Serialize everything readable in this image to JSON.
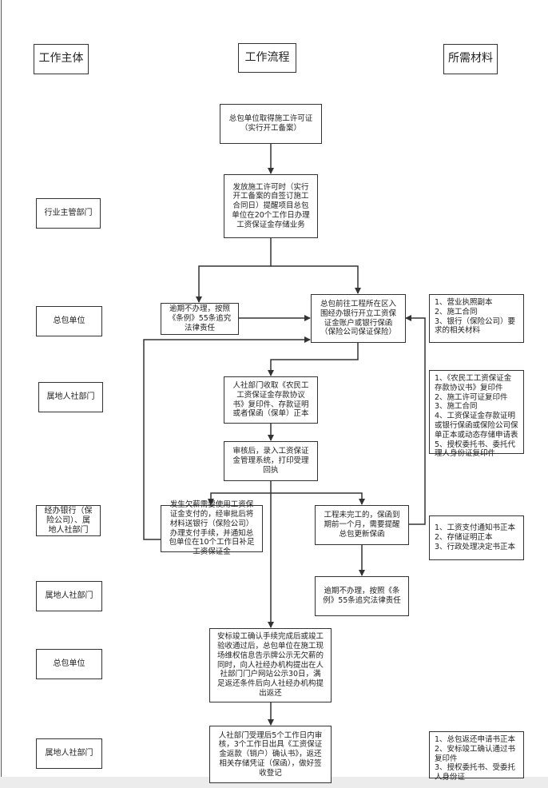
{
  "headers": {
    "subject": "工作主体",
    "process": "工作流程",
    "materials": "所需材料"
  },
  "subjects": [
    "行业主管部门",
    "总包单位",
    "属地人社部门",
    "经办银行（保\n险公司）、属\n地人社部门",
    "属地人社部门",
    "总包单位",
    "属地人社部门"
  ],
  "steps": {
    "s1": "总包单位取得施工许可证\n（实行开工备案）",
    "s2": "发放施工许可时（实行\n开工备案的自签订施工\n合同日）提醒项目总包\n单位在20个工作日办理\n工资保证金存储业务",
    "s3": "逾期不办理，按照\n《条例》55条追究\n法律责任",
    "s4": "总包前往工程所在区入\n围经办银行开立工资保\n证金账户或银行保函\n（保险公司保证保险）",
    "s5": "人社部门收取《农民工\n工资保证金存款协议\n书》复印件、存款证明\n或者保函（保单）正本",
    "s6": "审核后，录入工资保证\n金管理系统，打印受理\n回执",
    "s7": "发生欠薪需要使用工资保\n证金支付的，经审批后将\n材料送银行（保险公司）\n办理支付手续，并通知总\n包单位在10个工作日补足\n工资保证金",
    "s8": "工程未完工的，保函到\n期前一个月，需要提醒\n总包更新保函",
    "s9": "逾期不办理，按照《条\n例》55条追究法律责任",
    "s10": "安标竣工确认手续完成后或竣工\n验收通过后，总包单位在施工现\n场维权信息告示牌公示无欠薪的\n同时，向人社经办机构提出在人\n社部门门户网站公示30日，满\n足返还条件后向人社经办机构提\n出返还",
    "s11": "人社部门受理后5个工作日内审\n核，3个工作日出具《工资保证\n金返款（销户）确认书》，返还\n相关存储凭证（保函），做好签\n收登记"
  },
  "materials": {
    "m1": "1、营业执照副本\n2、施工合同\n3、银行（保险公司）要\n求的相关材料",
    "m2": "1、《农民工工资保证金\n存款协议书》复印件\n2、施工许可证复印件\n3、施工合同\n4、工资保证金存款证明\n或银行保函或保险公司保\n单正本或动态存储申请表\n5、授权委托书、委托代\n理人身份证复印件",
    "m3": "1、工资支付通知书正本\n2、存储证明正本\n3、行政处理决定书正本",
    "m4": "1、总包返还申请书正本\n2、安标竣工确认通过书\n复印件\n3、授权委托书、受委托\n人身份证"
  },
  "colors": {
    "line": "#333333",
    "background": "#ffffff"
  }
}
